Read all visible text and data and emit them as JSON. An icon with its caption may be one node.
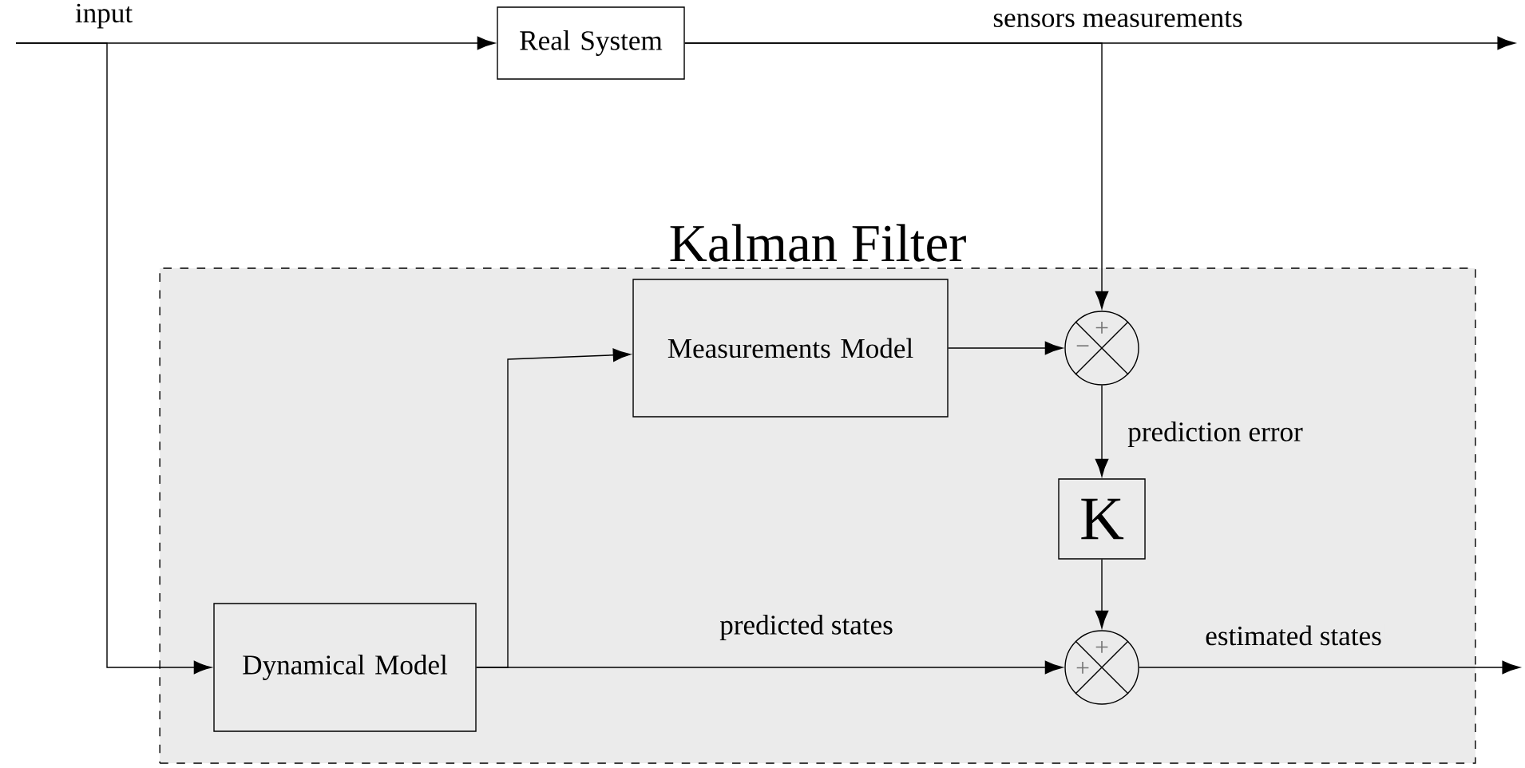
{
  "diagram": {
    "nodes": [
      {
        "text": [
          "Kalman Filter"
        ]
      },
      {
        "text": [
          "Real System"
        ]
      },
      {
        "text": [
          "Measurements Model"
        ],
        "in": 0
      },
      {
        "text": [],
        "shape": "circle",
        "in": 0
      },
      {
        "text": [
          "K"
        ],
        "in": 0
      },
      {
        "text": [
          "Dynamical Model"
        ],
        "in": 0
      },
      {
        "text": [],
        "shape": "circle",
        "in": 0
      }
    ],
    "edges": [
      {
        "from": null,
        "to": 1,
        "arrow": "to",
        "label": "input"
      },
      {
        "from": null,
        "to": 5,
        "arrow": "to"
      },
      {
        "from": 1,
        "to": null,
        "arrow": "to",
        "label": "sensors measurements"
      },
      {
        "from": 1,
        "to": 3,
        "arrow": "to"
      },
      {
        "from": 5,
        "to": 2,
        "arrow": "to"
      },
      {
        "from": 5,
        "to": 6,
        "arrow": "to",
        "label": "predicted states"
      },
      {
        "from": 2,
        "to": 3,
        "arrow": "to"
      },
      {
        "from": 3,
        "to": 4,
        "arrow": "to",
        "label": "prediction error"
      },
      {
        "from": 4,
        "to": 6,
        "arrow": "to"
      },
      {
        "from": 6,
        "to": null,
        "arrow": "to",
        "label": "estimated states"
      }
    ],
    "labels": [
      "+",
      "−",
      "+",
      "+"
    ]
  }
}
